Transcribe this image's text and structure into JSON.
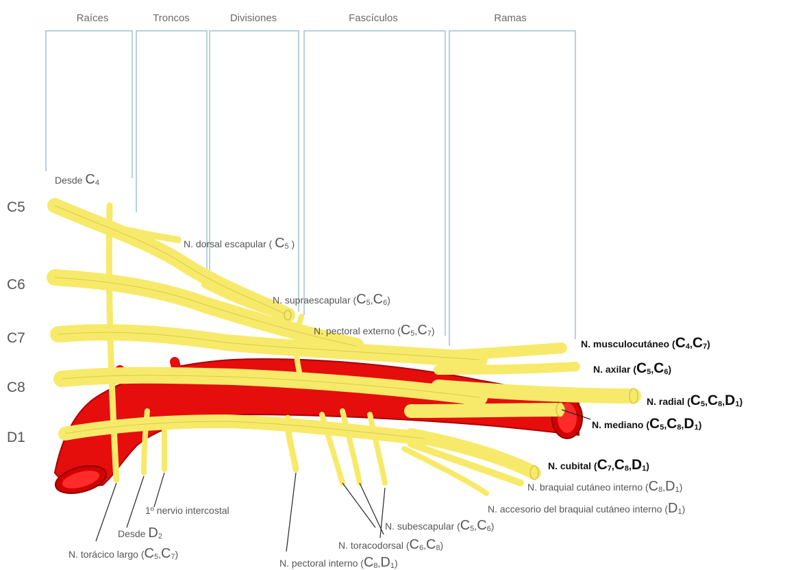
{
  "columns": [
    "Raíces",
    "Troncos",
    "Divisiones",
    "Fascículos",
    "Ramas"
  ],
  "roots": [
    "C5",
    "C6",
    "C7",
    "C8",
    "D1"
  ],
  "labels": {
    "desde_c4": {
      "text": "Desde",
      "seg": "C",
      "sub": "4"
    },
    "dorsal_escapular": {
      "text": "N. dorsal escapular (",
      "seg": "C",
      "sub": "5",
      "close": ")"
    },
    "supraescapular": {
      "text": "N. supraescapular (",
      "a": "C",
      "a_sub": "5",
      "sep": ",",
      "b": "C",
      "b_sub": "6",
      "close": ")"
    },
    "pectoral_externo": {
      "text": "N. pectoral externo (",
      "a": "C",
      "a_sub": "5",
      "sep": ",",
      "b": "C",
      "b_sub": "7",
      "close": ")"
    },
    "musculocutaneo": {
      "text": "N. musculocutáneo (",
      "a": "C",
      "a_sub": "4",
      "sep": ",",
      "b": "C",
      "b_sub": "7",
      "close": ")"
    },
    "axilar": {
      "text": "N. axilar (",
      "a": "C",
      "a_sub": "5",
      "sep": ",",
      "b": "C",
      "b_sub": "6",
      "close": ")"
    },
    "radial": {
      "text": "N. radial (",
      "a": "C",
      "a_sub": "5",
      "sep": ",",
      "b": "C",
      "b_sub": "8",
      "sep2": ",",
      "c": "D",
      "c_sub": "1",
      "close": ")"
    },
    "mediano": {
      "text": "N. mediano (",
      "a": "C",
      "a_sub": "5",
      "sep": ",",
      "b": "C",
      "b_sub": "8",
      "sep2": ",",
      "c": "D",
      "c_sub": "1",
      "close": ")"
    },
    "cubital": {
      "text": "N. cubital (",
      "a": "C",
      "a_sub": "7",
      "sep": ",",
      "b": "C",
      "b_sub": "8",
      "sep2": ",",
      "c": "D",
      "c_sub": "1",
      "close": ")"
    },
    "braquial_cutaneo": {
      "text": "N. braquial cutáneo interno (",
      "a": "C",
      "a_sub": "8",
      "sep": ",",
      "b": "D",
      "b_sub": "1",
      "close": ")"
    },
    "accesorio": {
      "text": "N. accesorio del braquial cutáneo interno (",
      "a": "D",
      "a_sub": "1",
      "close": ")"
    },
    "subescapular": {
      "text": "N. subescapular (",
      "a": "C",
      "a_sub": "5",
      "sep": ",",
      "b": "C",
      "b_sub": "6",
      "close": ")"
    },
    "toracodorsal": {
      "text": "N. toracodorsal (",
      "a": "C",
      "a_sub": "6",
      "sep": ",",
      "b": "C",
      "b_sub": "8",
      "close": ")"
    },
    "pectoral_interno": {
      "text": "N. pectoral interno (",
      "a": "C",
      "a_sub": "8",
      "sep": ",",
      "b": "D",
      "b_sub": "1",
      "close": ")"
    },
    "intercostal": {
      "text": "1º nervio intercostal"
    },
    "desde_d2": {
      "text": "Desde",
      "seg": "D",
      "sub": "2"
    },
    "toracico_largo": {
      "text": "N. torácico largo (",
      "a": "C",
      "a_sub": "5",
      "sep": ",",
      "b": "C",
      "b_sub": "7",
      "close": ")"
    }
  },
  "colors": {
    "nerve": "#f7ea6a",
    "nerve_edge": "#c9b43a",
    "artery": "#e60d0d",
    "artery_dark": "#a80000",
    "bracket": "#9fc3cf",
    "leader": "#222222"
  }
}
